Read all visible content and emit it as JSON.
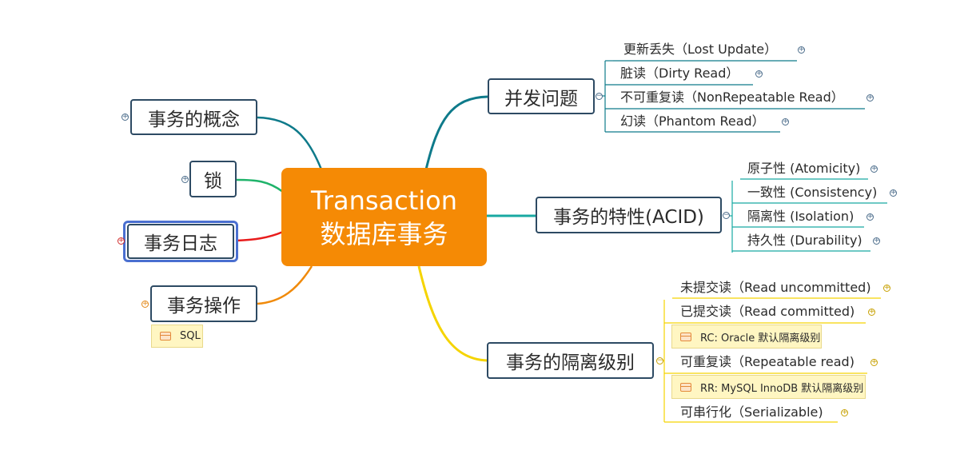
{
  "central": {
    "line1": "Transaction",
    "line2": "数据库事务"
  },
  "left_topics": {
    "concept": "事务的概念",
    "lock": "锁",
    "log": "事务日志",
    "operation": "事务操作",
    "operation_note": "SQL"
  },
  "concurrency": {
    "title": "并发问题",
    "items": [
      "更新丢失（Lost  Update）",
      "脏读（Dirty  Read）",
      "不可重复读（NonRepeatable  Read）",
      "幻读（Phantom  Read）"
    ]
  },
  "acid": {
    "title": "事务的特性(ACID)",
    "items": [
      "原子性 (Atomicity)",
      "一致性 (Consistency)",
      "隔离性 (Isolation)",
      "持久性 (Durability)"
    ]
  },
  "isolation": {
    "title": "事务的隔离级别",
    "items": [
      "未提交读（Read uncommitted)",
      "已提交读（Read committed)",
      "可重复读（Repeatable read)",
      "可串行化（Serializable)"
    ],
    "notes": [
      "RC: Oracle 默认隔离级别",
      "RR: MySQL InnoDB 默认隔离级别"
    ]
  },
  "colors": {
    "central": "#f58a05",
    "branch_teal": "#0e7a8a",
    "branch_green": "#1fb36a",
    "branch_red": "#e81c1c",
    "branch_orange": "#f08a0a",
    "branch_yellow": "#f5d400",
    "branch_cyan": "#18a9a2",
    "selection": "#4a6fd0"
  },
  "icons": {
    "toggle_collapsed": "plus-circle-icon",
    "toggle_expanded": "minus-circle-icon",
    "note": "note-icon"
  }
}
